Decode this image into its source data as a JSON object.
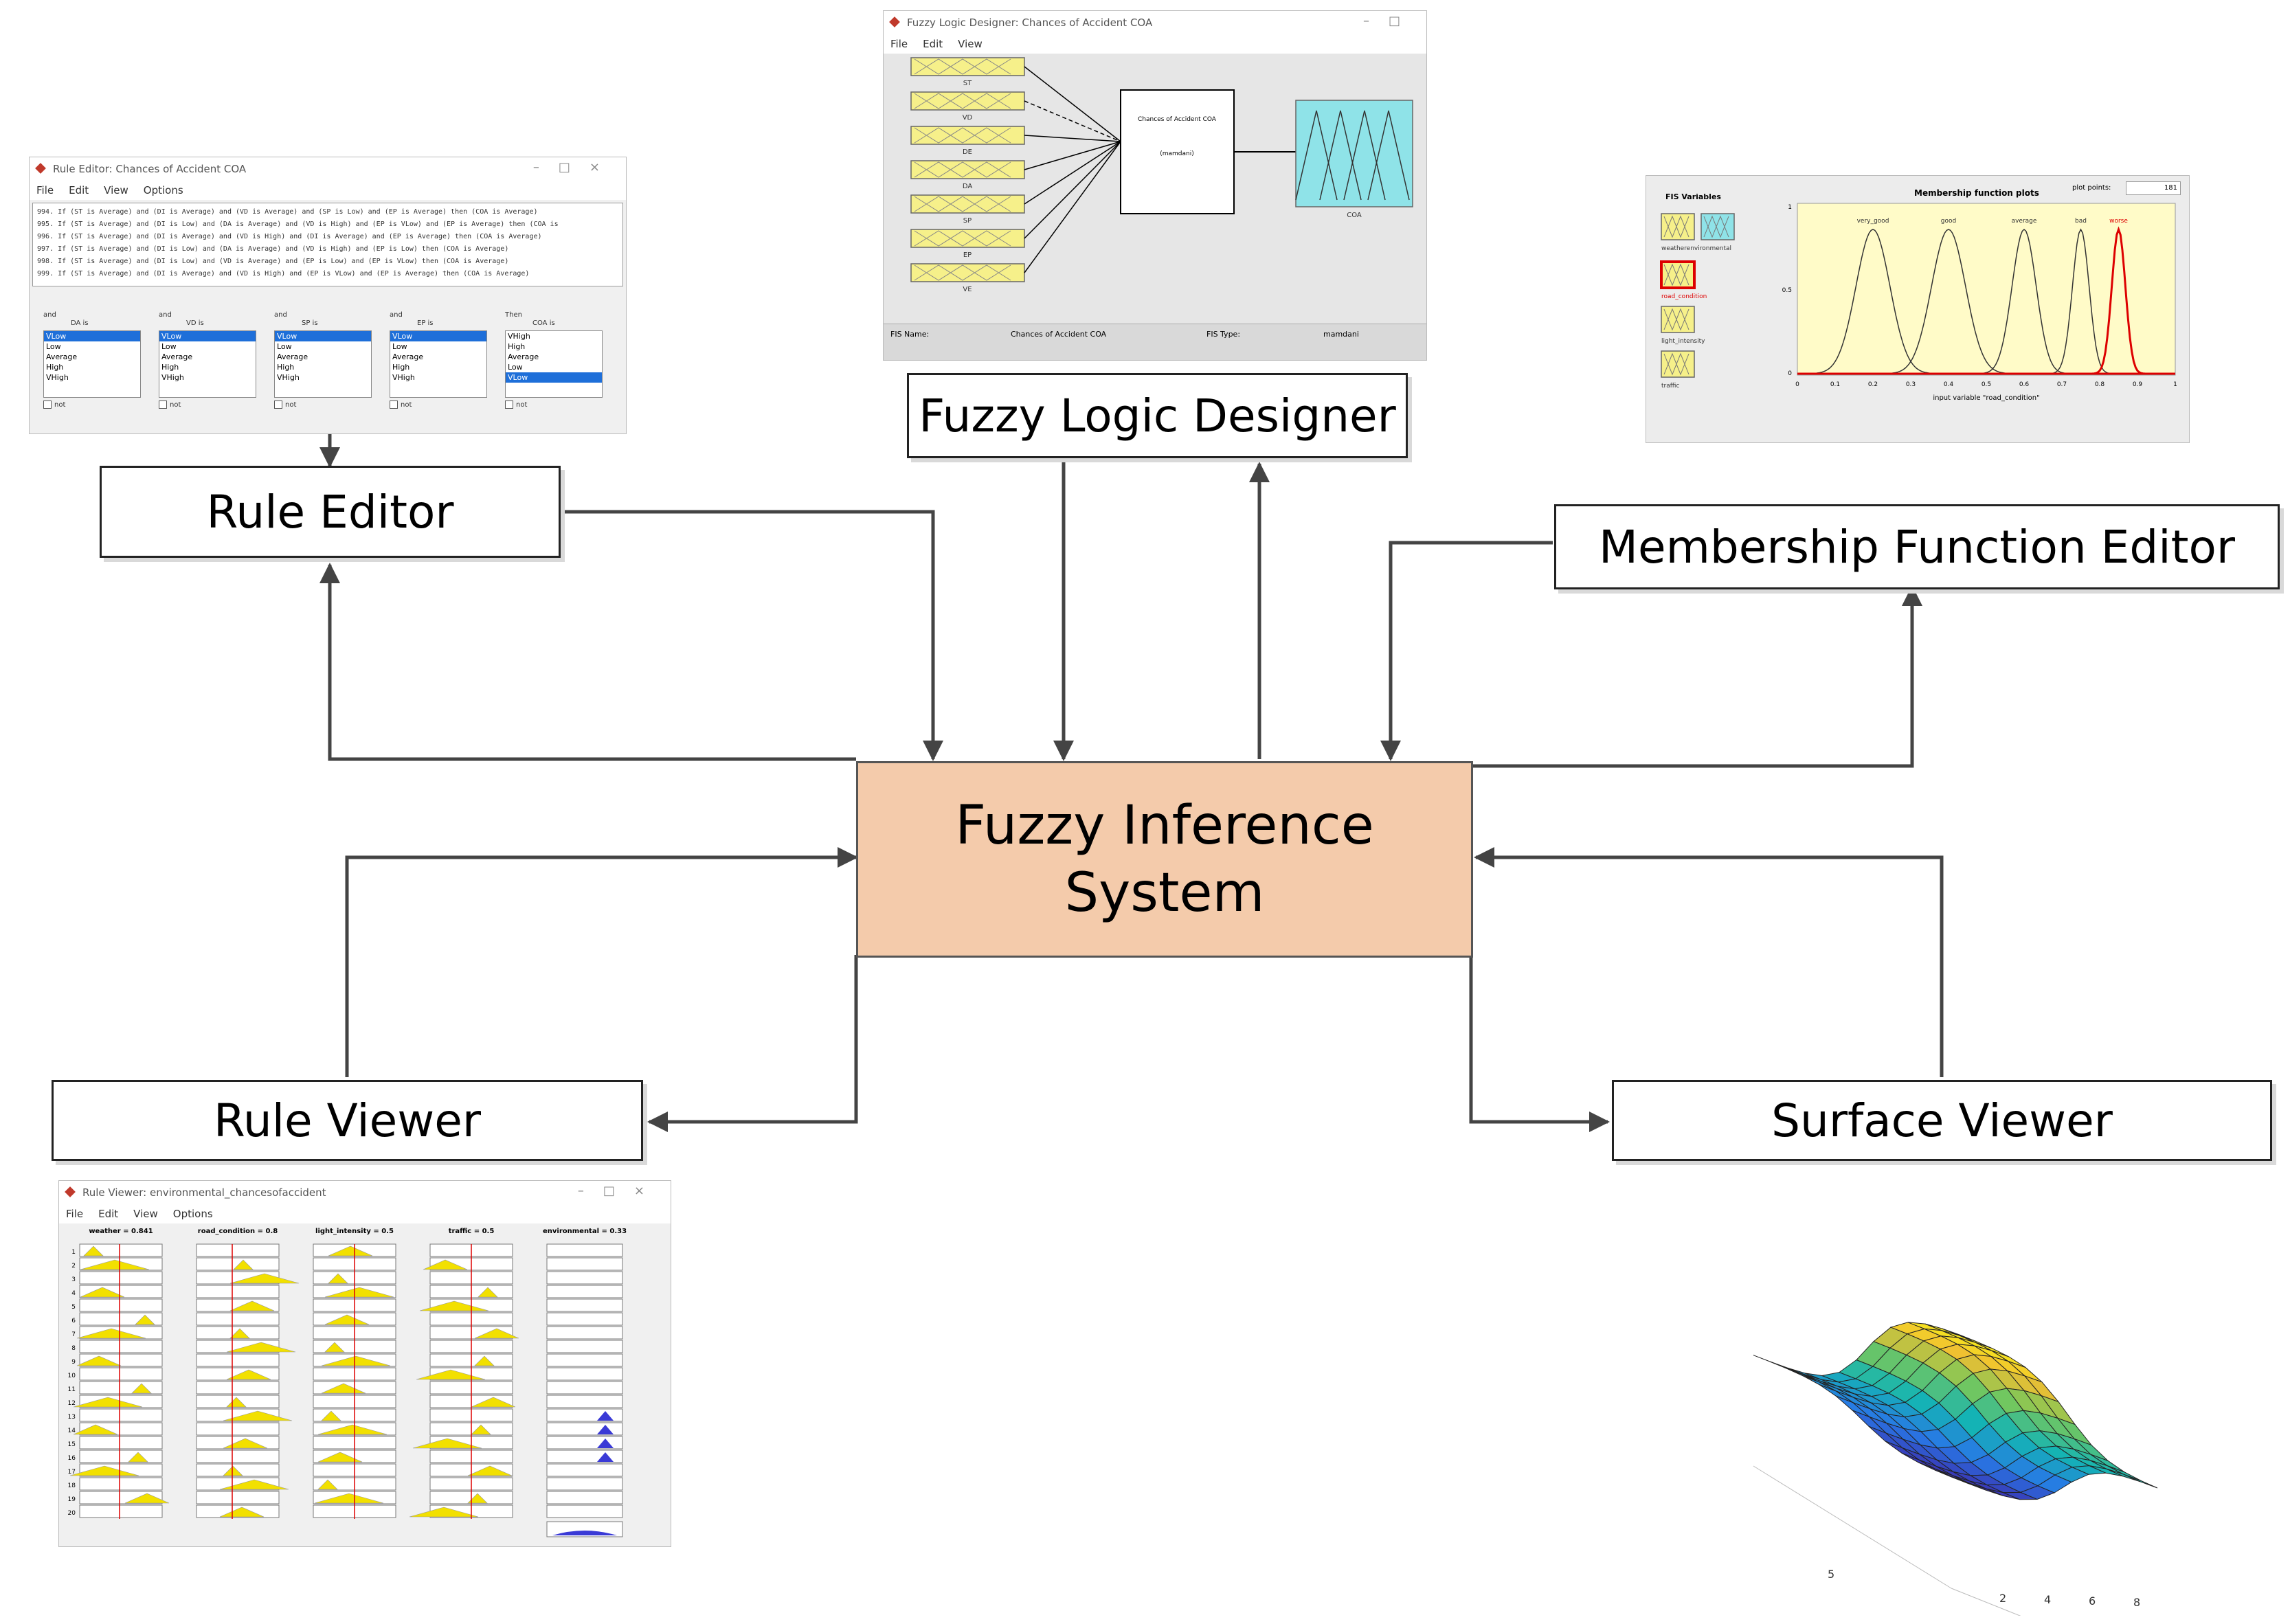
{
  "diagram": {
    "center": {
      "line1": "Fuzzy Inference",
      "line2": "System"
    },
    "nodes": {
      "rule_editor": "Rule Editor",
      "fuzzy_logic_designer": "Fuzzy Logic Designer",
      "membership_function_editor": "Membership Function Editor",
      "rule_viewer": "Rule Viewer",
      "surface_viewer": "Surface Viewer"
    }
  },
  "screenshots": {
    "rule_editor": {
      "title": "Rule Editor: Chances of Accident COA",
      "menu": [
        "File",
        "Edit",
        "View",
        "Options"
      ],
      "rules": [
        "994. If (ST is Average) and (DI is Average) and (VD is Average) and (SP is Low) and (EP is Average) then (COA is Average)",
        "995. If (ST is Average) and (DI is Low) and (DA is Average) and (VD is High) and (EP is VLow) and (EP is Average) then (COA is",
        "996. If (ST is Average) and (DI is Average) and (VD is High) and (DI is Average) and (EP is Average) then (COA is Average)",
        "997. If (ST is Average) and (DI is Low) and (DA is Average) and (VD is High) and (EP is Low) then (COA is Average)",
        "998. If (ST is Average) and (DI is Low) and (VD is Average) and (EP is Low) and (EP is VLow) then (COA is Average)",
        "999. If (ST is Average) and (DI is Average) and (VD is High) and (EP is VLow) and (EP is Average) then (COA is Average)"
      ],
      "columns": [
        {
          "head1": "and",
          "head2": "DA is",
          "options": [
            "VLow",
            "Low",
            "Average",
            "High",
            "VHigh"
          ]
        },
        {
          "head1": "and",
          "head2": "VD is",
          "options": [
            "VLow",
            "Low",
            "Average",
            "High",
            "VHigh"
          ]
        },
        {
          "head1": "and",
          "head2": "SP is",
          "options": [
            "VLow",
            "Low",
            "Average",
            "High",
            "VHigh"
          ]
        },
        {
          "head1": "and",
          "head2": "EP is",
          "options": [
            "VLow",
            "Low",
            "Average",
            "High",
            "VHigh"
          ]
        },
        {
          "head1": "Then",
          "head2": "COA is",
          "options": [
            "VHigh",
            "High",
            "Average",
            "Low",
            "VLow"
          ]
        }
      ],
      "not_label": "not"
    },
    "fuzzy_logic_designer": {
      "title": "Fuzzy Logic Designer: Chances of Accident COA",
      "menu": [
        "File",
        "Edit",
        "View"
      ],
      "inputs": [
        "ST",
        "VD",
        "DE",
        "DA",
        "SP",
        "EP",
        "VE"
      ],
      "system_name": "Chances of Accident COA",
      "system_type": "(mamdani)",
      "output": "COA",
      "footer": [
        "FIS Name:",
        "Chances of Accident COA",
        "FIS Type:",
        "mamdani"
      ]
    },
    "membership_editor": {
      "panel_title": "FIS Variables",
      "plot_title": "Membership function plots",
      "plot_points_label": "plot points:",
      "plot_points_value": "181",
      "var_labels": [
        "weather",
        "environmental",
        "road_condition",
        "light_intensity",
        "traffic"
      ],
      "mf_labels": [
        "very_good",
        "good",
        "average",
        "bad",
        "worse"
      ],
      "xlabel": "input variable \"road_condition\"",
      "xticks": [
        "0",
        "0.1",
        "0.2",
        "0.3",
        "0.4",
        "0.5",
        "0.6",
        "0.7",
        "0.8",
        "0.9",
        "1"
      ],
      "yticks": [
        "1",
        "0.5",
        "0"
      ]
    },
    "rule_viewer": {
      "title": "Rule Viewer: environmental_chancesofaccident",
      "menu": [
        "File",
        "Edit",
        "View",
        "Options"
      ],
      "columns": [
        "weather = 0.841",
        "road_condition = 0.8",
        "light_intensity = 0.5",
        "traffic = 0.5",
        "environmental = 0.33"
      ],
      "row_count": 20
    },
    "surface_viewer": {
      "yticks": [
        "5"
      ],
      "xticks": [
        "2",
        "4",
        "6",
        "8"
      ]
    }
  }
}
